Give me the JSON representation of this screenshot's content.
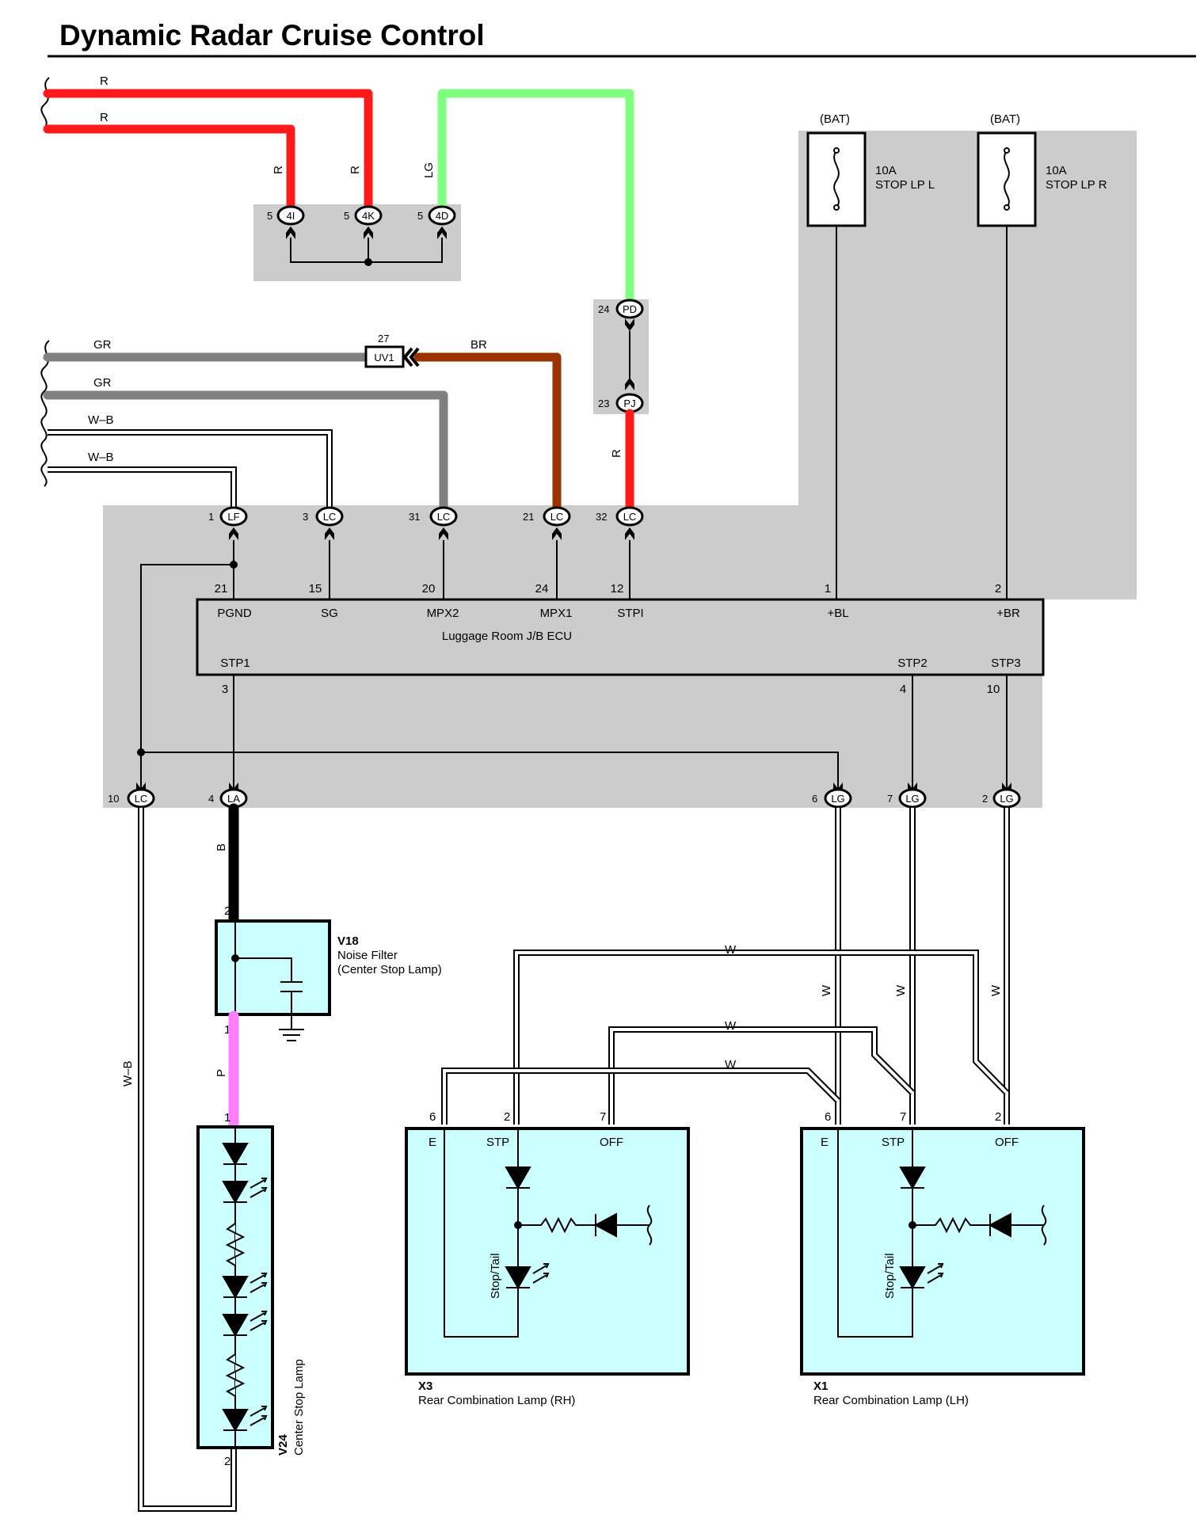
{
  "title": "Dynamic Radar Cruise Control",
  "wire_colors": {
    "R": "#ff1a1a",
    "LG": "#80ff80",
    "GR": "#808080",
    "BR": "#993300",
    "B": "#000000",
    "P": "#ff80ff",
    "W": "#ffffff",
    "W-B": "#ffffff"
  },
  "wire_labels": {
    "r_top1": "R",
    "r_top2": "R",
    "r_4i": "R",
    "r_4k": "R",
    "lg_4d": "LG",
    "gr1": "GR",
    "br": "BR",
    "gr2": "GR",
    "wb1": "W–B",
    "wb2": "W–B",
    "r_pj": "R",
    "b_la": "B",
    "p_v18": "P",
    "wb_left": "W–B",
    "w_top": "W",
    "w_mid": "W",
    "w_low": "W",
    "w_v1": "W",
    "w_v2": "W",
    "w_v3": "W"
  },
  "junction": {
    "pins": [
      "5",
      "5",
      "5"
    ],
    "connectors": [
      "4I",
      "4K",
      "4D"
    ]
  },
  "inline_connectors": {
    "pd": {
      "pin": "24",
      "name": "PD"
    },
    "pj": {
      "pin": "23",
      "name": "PJ"
    },
    "uv1": {
      "pin": "27",
      "name": "UV1"
    }
  },
  "fuses": [
    {
      "source": "(BAT)",
      "rating": "10A",
      "name": "STOP LP L"
    },
    {
      "source": "(BAT)",
      "rating": "10A",
      "name": "STOP LP R"
    }
  ],
  "top_connectors": [
    {
      "pin": "1",
      "name": "LF"
    },
    {
      "pin": "3",
      "name": "LC"
    },
    {
      "pin": "31",
      "name": "LC"
    },
    {
      "pin": "21",
      "name": "LC"
    },
    {
      "pin": "32",
      "name": "LC"
    }
  ],
  "ecu": {
    "name": "Luggage Room J/B ECU",
    "top_terminals": [
      {
        "pin": "21",
        "name": "PGND"
      },
      {
        "pin": "15",
        "name": "SG"
      },
      {
        "pin": "20",
        "name": "MPX2"
      },
      {
        "pin": "24",
        "name": "MPX1"
      },
      {
        "pin": "12",
        "name": "STPI"
      },
      {
        "pin": "1",
        "name": "+BL"
      },
      {
        "pin": "2",
        "name": "+BR"
      }
    ],
    "bottom_terminals": [
      {
        "pin": "3",
        "name": "STP1"
      },
      {
        "pin": "4",
        "name": "STP2"
      },
      {
        "pin": "10",
        "name": "STP3"
      }
    ]
  },
  "bottom_connectors": [
    {
      "pin": "10",
      "name": "LC"
    },
    {
      "pin": "4",
      "name": "LA"
    },
    {
      "pin": "6",
      "name": "LG"
    },
    {
      "pin": "7",
      "name": "LG"
    },
    {
      "pin": "2",
      "name": "LG"
    }
  ],
  "v18": {
    "code": "V18",
    "name": "Noise Filter",
    "sub": "(Center Stop Lamp)",
    "pin_top": "2",
    "pin_bottom": "1"
  },
  "v24": {
    "code": "V24",
    "name": "Center Stop Lamp",
    "pin_top": "1",
    "pin_bottom": "2"
  },
  "x3": {
    "code": "X3",
    "name": "Rear Combination Lamp (RH)",
    "pins": [
      "6",
      "2",
      "7"
    ],
    "terms": [
      "E",
      "STP",
      "OFF"
    ],
    "inner": "Stop/Tail"
  },
  "x1": {
    "code": "X1",
    "name": "Rear Combination Lamp (LH)",
    "pins": [
      "6",
      "7",
      "2"
    ],
    "terms": [
      "E",
      "STP",
      "OFF"
    ],
    "inner": "Stop/Tail"
  }
}
